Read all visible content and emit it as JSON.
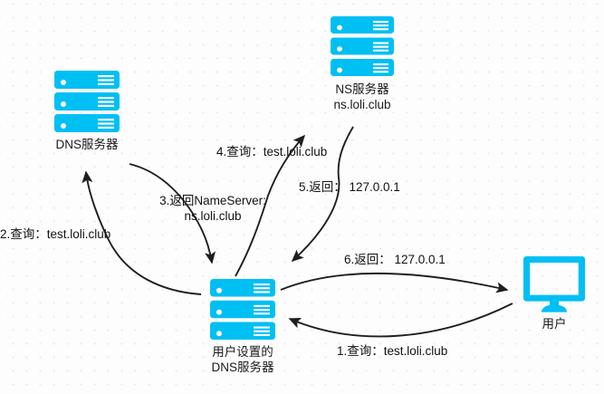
{
  "diagram": {
    "title": "DNS resolution flow diagram",
    "colors": {
      "node_blue": "#00bff3",
      "wire_black": "#1f1f1f",
      "background": "#fdfdfd",
      "grid_dot": "#e9e9ef"
    },
    "nodes": [
      {
        "id": "dns-server",
        "icon": "server-rack-icon",
        "label_lines": [
          "DNS服务器"
        ],
        "label_line_1": "DNS服务器"
      },
      {
        "id": "ns-server",
        "icon": "server-rack-icon",
        "label_lines": [
          "NS服务器",
          "ns.loli.club"
        ],
        "label_line_1": "NS服务器",
        "label_line_2": "ns.loli.club"
      },
      {
        "id": "local-dns-server",
        "icon": "server-rack-icon",
        "label_lines": [
          "用户设置的",
          "DNS服务器"
        ],
        "label_line_1": "用户设置的",
        "label_line_2": "DNS服务器"
      },
      {
        "id": "user",
        "icon": "monitor-icon",
        "label_lines": [
          "用户"
        ],
        "label_line_1": "用户"
      }
    ],
    "edges": [
      {
        "id": "step-1",
        "step": "1",
        "label_line_1": "1.查询：test.loli.club",
        "from": "user",
        "to": "local-dns-server"
      },
      {
        "id": "step-2",
        "step": "2",
        "label_line_1": "2.查询：test.loli.club",
        "from": "local-dns-server",
        "to": "dns-server"
      },
      {
        "id": "step-3",
        "step": "3",
        "label_line_1": "3.返回NameServer:",
        "label_line_2": "ns.loli.club",
        "from": "dns-server",
        "to": "local-dns-server"
      },
      {
        "id": "step-4",
        "step": "4",
        "label_line_1": "4.查询：test.loli.club",
        "from": "local-dns-server",
        "to": "ns-server"
      },
      {
        "id": "step-5",
        "step": "5",
        "label_line_1": "5.返回： 127.0.0.1",
        "from": "ns-server",
        "to": "local-dns-server"
      },
      {
        "id": "step-6",
        "step": "6",
        "label_line_1": "6.返回： 127.0.0.1",
        "from": "local-dns-server",
        "to": "user"
      }
    ]
  }
}
